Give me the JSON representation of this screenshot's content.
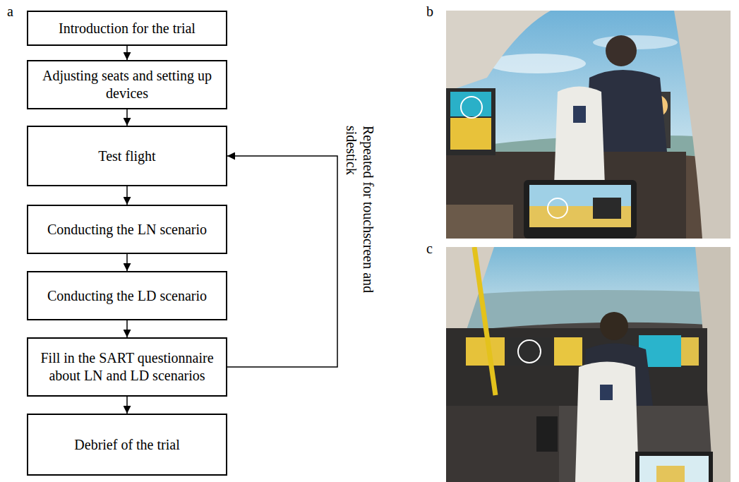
{
  "diagram": {
    "nodes": [
      {
        "text": [
          "Introduction for the trial"
        ]
      },
      {
        "text": [
          "Adjusting seats and setting up devices"
        ]
      },
      {
        "text": [
          "Test flight"
        ]
      },
      {
        "text": [
          "Conducting the LN scenario"
        ]
      },
      {
        "text": [
          "Conducting the LD scenario"
        ]
      },
      {
        "text": [
          "Fill in the SART questionnaire about LN and LD scenarios"
        ]
      },
      {
        "text": [
          "Debrief of the trial"
        ]
      }
    ],
    "edges": [
      {
        "from": 0,
        "to": 1,
        "arrow": "to"
      },
      {
        "from": 1,
        "to": 2,
        "arrow": "to"
      },
      {
        "from": 2,
        "to": 3,
        "arrow": "to"
      },
      {
        "from": 3,
        "to": 4,
        "arrow": "to"
      },
      {
        "from": 4,
        "to": 5,
        "arrow": "to"
      },
      {
        "from": 5,
        "to": 6,
        "arrow": "to"
      },
      {
        "from": 5,
        "to": 2,
        "label": "Repeated for touchscreen and sidestick",
        "arrow": "to"
      }
    ],
    "labels": [
      "a",
      "b",
      "c"
    ]
  }
}
